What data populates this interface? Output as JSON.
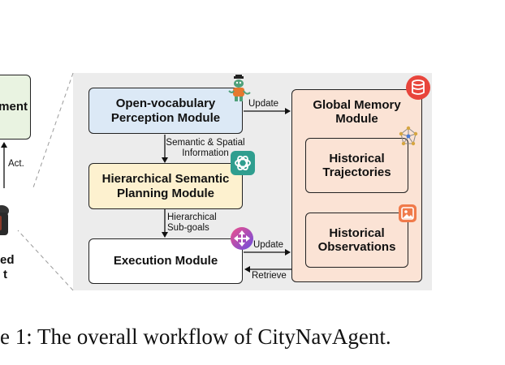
{
  "left": {
    "env_box_label": "ment",
    "act_label": "Act.",
    "bottom_label_1": "ed",
    "bottom_label_2": "t"
  },
  "modules": {
    "perception": [
      "Open-vocabulary",
      "Perception Module"
    ],
    "planning": [
      "Hierarchical Semantic",
      "Planning Module"
    ],
    "execution": "Execution Module"
  },
  "memory": {
    "title": [
      "Global Memory",
      "Module"
    ],
    "trajectories": [
      "Historical",
      "Trajectories"
    ],
    "observations": [
      "Historical",
      "Observations"
    ]
  },
  "edges": {
    "semantic_spatial": [
      "Semantic & Spatial",
      "Information"
    ],
    "subgoals": [
      "Hierarchical",
      "Sub-goals"
    ],
    "update_top": "Update",
    "update_bottom": "Update",
    "retrieve": "Retrieve"
  },
  "caption": "e 1: The overall workflow of CityNavAgent.",
  "colors": {
    "panel": "#ececec",
    "perception": "#dce9f6",
    "planning": "#fdf1cf",
    "execution": "#ffffff",
    "memory": "#fbe3d5",
    "env": "#e9f3e1",
    "db_icon": "#e8453c",
    "gpt_icon": "#2f9e8f"
  },
  "icons": [
    "robot-mascot-icon",
    "chatgpt-icon",
    "database-icon",
    "network-graph-icon",
    "image-icon",
    "plugin-icon",
    "agent-device-icon"
  ]
}
